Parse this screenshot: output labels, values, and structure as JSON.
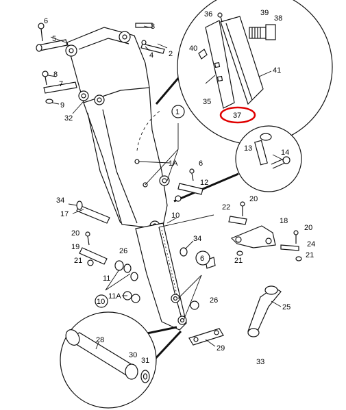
{
  "highlight_color": "#e00000",
  "labels": {
    "l1": "1",
    "l1a": "1A",
    "l2": "2",
    "l3": "3",
    "l4": "4",
    "l5": "5",
    "l6a": "6",
    "l6b": "6",
    "l6c": "6",
    "l7": "7",
    "l8": "8",
    "l9": "9",
    "l10a": "10",
    "l10b": "10",
    "l11": "11",
    "l11a": "11A",
    "l12": "12",
    "l13": "13",
    "l14": "14",
    "l17": "17",
    "l18": "18",
    "l19": "19",
    "l20a": "20",
    "l20b": "20",
    "l20c": "20",
    "l21a": "21",
    "l21b": "21",
    "l21c": "21",
    "l22": "22",
    "l24": "24",
    "l25": "25",
    "l26a": "26",
    "l26b": "26",
    "l28": "28",
    "l29": "29",
    "l30": "30",
    "l31": "31",
    "l32": "32",
    "l33": "33",
    "l34a": "34",
    "l34b": "34",
    "l35": "35",
    "l36": "36",
    "l37": "37",
    "l38": "38",
    "l39": "39",
    "l40": "40",
    "l41": "41"
  }
}
